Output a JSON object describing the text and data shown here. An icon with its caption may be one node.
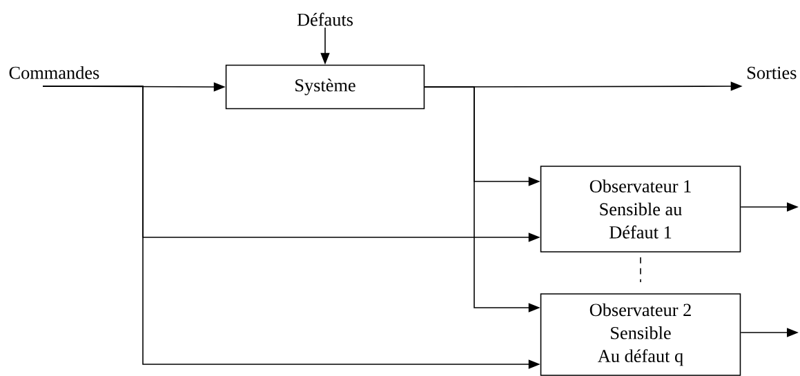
{
  "diagram": {
    "nodes": [
      {
        "text": [
          "Défauts"
        ]
      },
      {
        "text": [
          "Commandes"
        ]
      },
      {
        "text": [
          "Système"
        ]
      },
      {
        "text": [
          "Sorties"
        ]
      },
      {
        "text": [
          "Observateur 1",
          "Sensible au",
          "Défaut 1"
        ]
      },
      {
        "text": [
          "Observateur 2",
          "Sensible",
          "Au défaut q"
        ]
      }
    ],
    "edges": [
      {
        "from": 0,
        "to": 2,
        "arrow": "to"
      },
      {
        "from": 1,
        "to": 2,
        "arrow": "to"
      },
      {
        "from": 2,
        "to": 3,
        "arrow": "to"
      },
      {
        "from": 2,
        "to": 4,
        "arrow": "to"
      },
      {
        "from": 2,
        "to": 5,
        "arrow": "to"
      },
      {
        "from": 1,
        "to": 4,
        "arrow": "to"
      },
      {
        "from": 1,
        "to": 5,
        "arrow": "to"
      },
      {
        "from": 4,
        "to": null,
        "arrow": "to"
      },
      {
        "from": 5,
        "to": null,
        "arrow": "to"
      }
    ]
  }
}
